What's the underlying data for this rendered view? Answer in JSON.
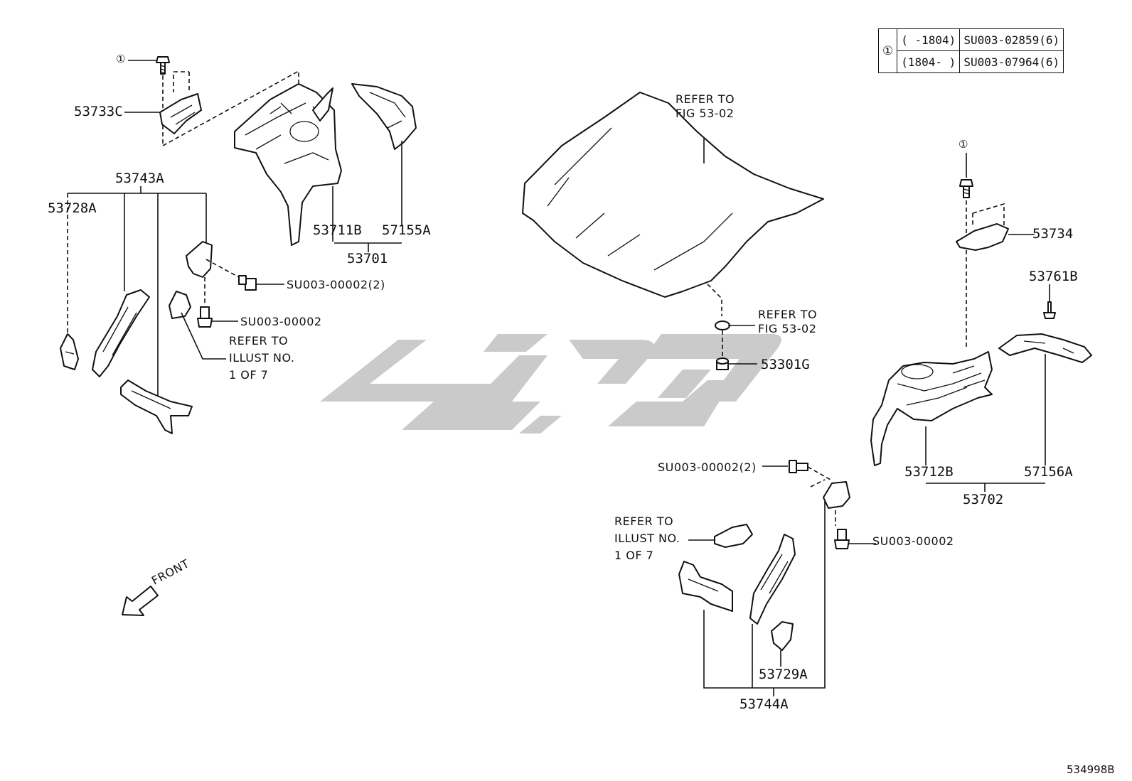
{
  "spec_table": {
    "symbol": "①",
    "rows": [
      {
        "range": "(    ‑1804)",
        "part": "SU003-02859(6)"
      },
      {
        "range": "(1804‑    )",
        "part": "SU003-07964(6)"
      }
    ]
  },
  "labels": {
    "p53733C": "53733C",
    "p53743A": "53743A",
    "p53728A": "53728A",
    "p53711B": "53711B",
    "p57155A": "57155A",
    "p53701": "53701",
    "bolt_a2": "SU003-00002(2)",
    "bolt_a": "SU003-00002",
    "hood_ref_1": "REFER TO",
    "hood_ref_2": "FIG 53-02",
    "latch_ref_1": "REFER TO",
    "latch_ref_2": "FIG 53-02",
    "p53301G": "53301G",
    "p53734": "53734",
    "p53761B": "53761B",
    "p53712B": "53712B",
    "p57156A": "57156A",
    "p53702": "53702",
    "bolt_b2": "SU003-00002(2)",
    "bolt_b": "SU003-00002",
    "illus_l1": "REFER TO",
    "illus_l2": "ILLUST NO.",
    "illus_l3": "1 OF 7",
    "illus_r1": "REFER TO",
    "illus_r2": "ILLUST NO.",
    "illus_r3": "1 OF 7",
    "p53729A": "53729A",
    "p53744A": "53744A",
    "circle_l": "①",
    "circle_r": "①",
    "front": "FRONT",
    "diagram_id": "534998B"
  },
  "watermark_color": "#c8c8c8"
}
